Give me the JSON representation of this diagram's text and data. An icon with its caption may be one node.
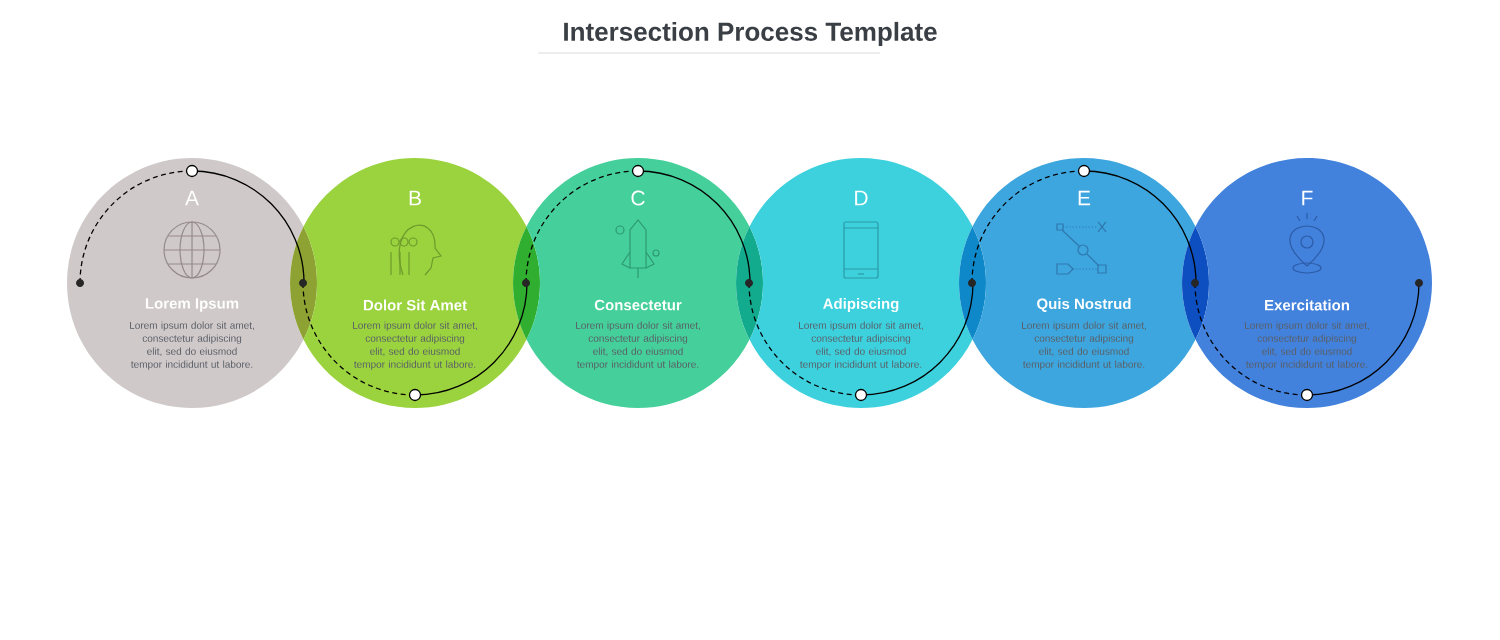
{
  "diagram": {
    "title": "Intersection Process Template",
    "nodes": [
      {
        "text": [
          "A",
          "Lorem Ipsum",
          "Lorem ipsum dolor sit amet, consectetur adipiscing elit, sed do eiusmod tempor incididunt ut labore."
        ]
      },
      {
        "text": [
          "B",
          "Dolor Sit Amet",
          "Lorem ipsum dolor sit amet, consectetur adipiscing elit, sed do eiusmod tempor incididunt ut labore."
        ]
      },
      {
        "text": [
          "C",
          "Consectetur",
          "Lorem ipsum dolor sit amet, consectetur adipiscing elit, sed do eiusmod tempor incididunt ut labore."
        ]
      },
      {
        "text": [
          "D",
          "Adipiscing",
          "Lorem ipsum dolor sit amet, consectetur adipiscing elit, sed do eiusmod tempor incididunt ut labore."
        ]
      },
      {
        "text": [
          "E",
          "Quis Nostrud",
          "Lorem ipsum dolor sit amet, consectetur adipiscing elit, sed do eiusmod tempor incididunt ut labore."
        ]
      },
      {
        "text": [
          "F",
          "Exercitation",
          "Lorem ipsum dolor sit amet, consectetur adipiscing elit, sed do eiusmod tempor incididunt ut labore."
        ]
      }
    ]
  }
}
